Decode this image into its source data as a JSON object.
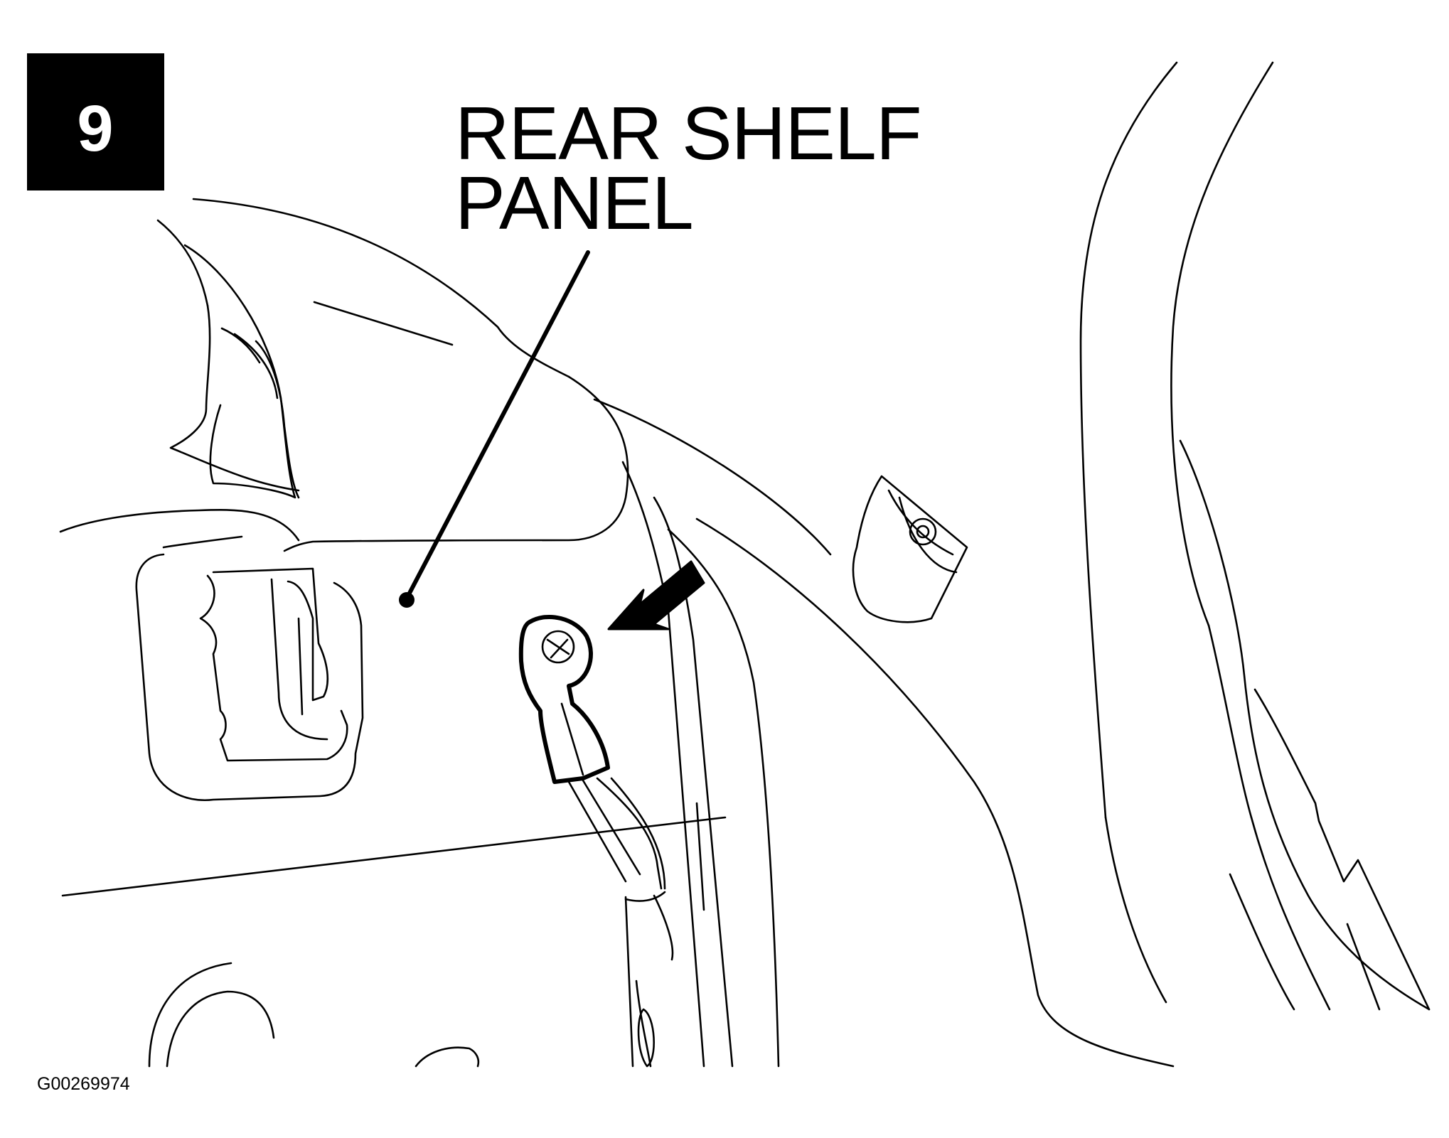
{
  "step": {
    "number": "9"
  },
  "callout": {
    "line1": "REAR SHELF",
    "line2": "PANEL"
  },
  "figure_id": "G00269974",
  "colors": {
    "ink": "#000000",
    "paper": "#ffffff"
  }
}
